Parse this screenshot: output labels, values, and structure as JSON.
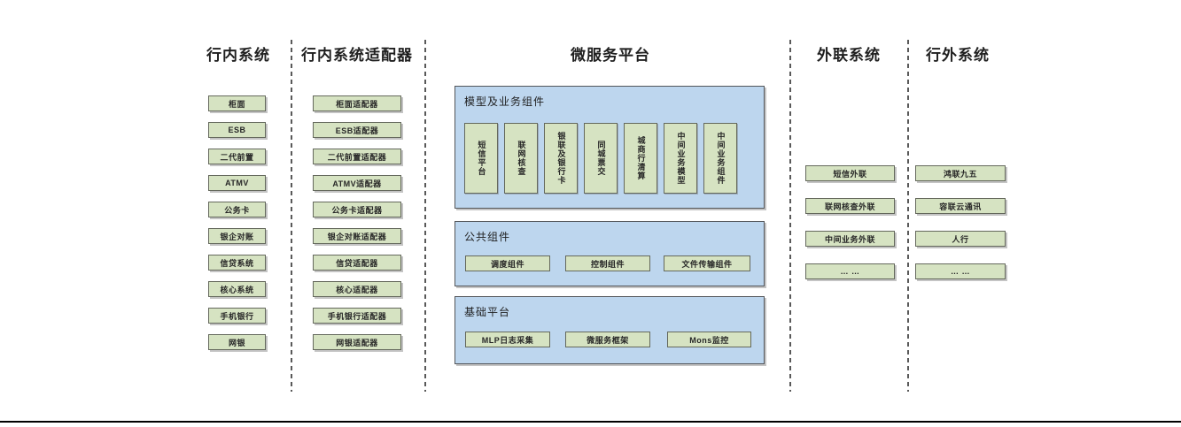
{
  "diagram": {
    "internal": {
      "title": "行内系统",
      "items": [
        "柜面",
        "ESB",
        "二代前置",
        "ATMV",
        "公务卡",
        "银企对账",
        "信贷系统",
        "核心系统",
        "手机银行",
        "网银"
      ]
    },
    "adapters": {
      "title": "行内系统适配器",
      "items": [
        "柜面适配器",
        "ESB适配器",
        "二代前置适配器",
        "ATMV适配器",
        "公务卡适配器",
        "银企对账适配器",
        "信贷适配器",
        "核心适配器",
        "手机银行适配器",
        "网银适配器"
      ]
    },
    "platform": {
      "title": "微服务平台",
      "model_group": {
        "title": "模型及业务组件",
        "items": [
          "短信平台",
          "联网核查",
          "银联及银行卡",
          "同城票交",
          "城商行清算",
          "中间业务模型",
          "中间业务组件"
        ]
      },
      "common_group": {
        "title": "公共组件",
        "items": [
          "调度组件",
          "控制组件",
          "文件传输组件"
        ]
      },
      "base_group": {
        "title": "基础平台",
        "items": [
          "MLP日志采集",
          "微服务框架",
          "Mons监控"
        ]
      }
    },
    "outbound": {
      "title": "外联系统",
      "items": [
        "短信外联",
        "联网核查外联",
        "中间业务外联",
        "… …"
      ]
    },
    "external": {
      "title": "行外系统",
      "items": [
        "鸿联九五",
        "容联云通讯",
        "人行",
        "… …"
      ]
    },
    "colors": {
      "node_fill": "#d6e3c2",
      "node_border": "#64685c",
      "panel_fill": "#bdd6ee",
      "panel_border": "#53565a",
      "divider": "#595959",
      "baseline": "#000000",
      "background": "#ffffff"
    }
  }
}
